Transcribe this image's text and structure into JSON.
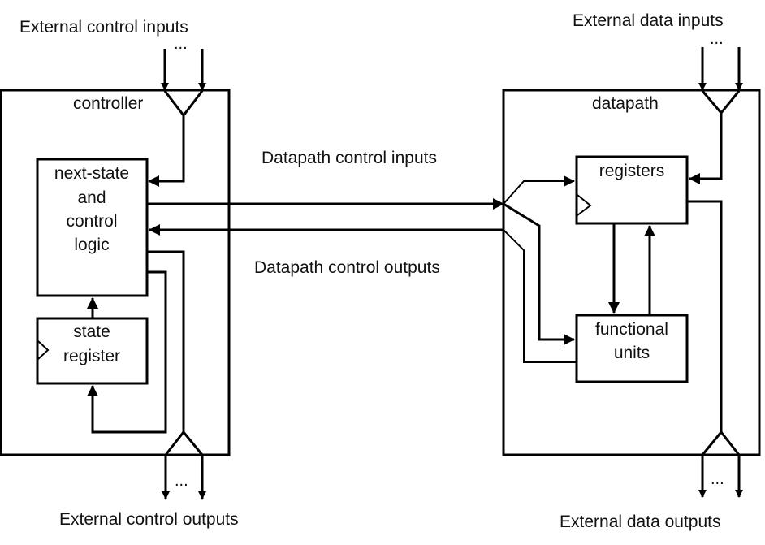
{
  "diagram": {
    "labels": {
      "ext_control_inputs": "External control inputs",
      "ext_control_outputs": "External control outputs",
      "ext_data_inputs": "External data inputs",
      "ext_data_outputs": "External data outputs",
      "dp_control_inputs": "Datapath control inputs",
      "dp_control_outputs": "Datapath control outputs",
      "ellipsis": "..."
    },
    "controller": {
      "title": "controller",
      "next_state_logic": [
        "next-state",
        "and",
        "control",
        "logic"
      ],
      "state_register": [
        "state",
        "register"
      ]
    },
    "datapath": {
      "title": "datapath",
      "registers": "registers",
      "functional_units": [
        "functional",
        "units"
      ]
    },
    "colors": {
      "stroke": "#000000",
      "background": "#ffffff",
      "text": "#111111"
    }
  }
}
